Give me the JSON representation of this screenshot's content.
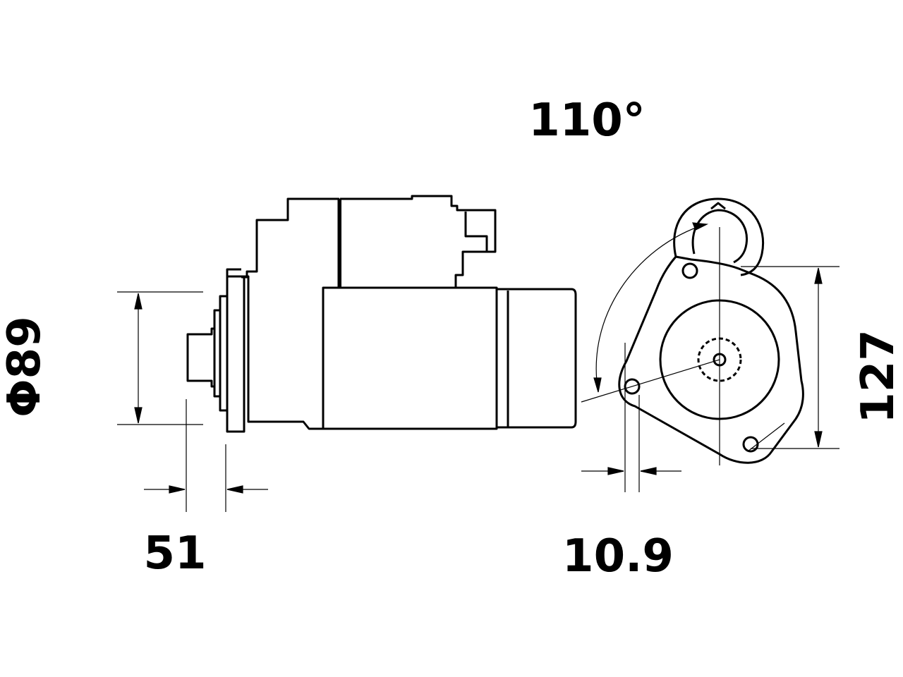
{
  "dimensions": {
    "angle": "110°",
    "diameter": "Φ89",
    "pinion_length": "51",
    "flange_offset": "10.9",
    "height": "127"
  },
  "colors": {
    "line": "#000000",
    "background": "#ffffff"
  }
}
